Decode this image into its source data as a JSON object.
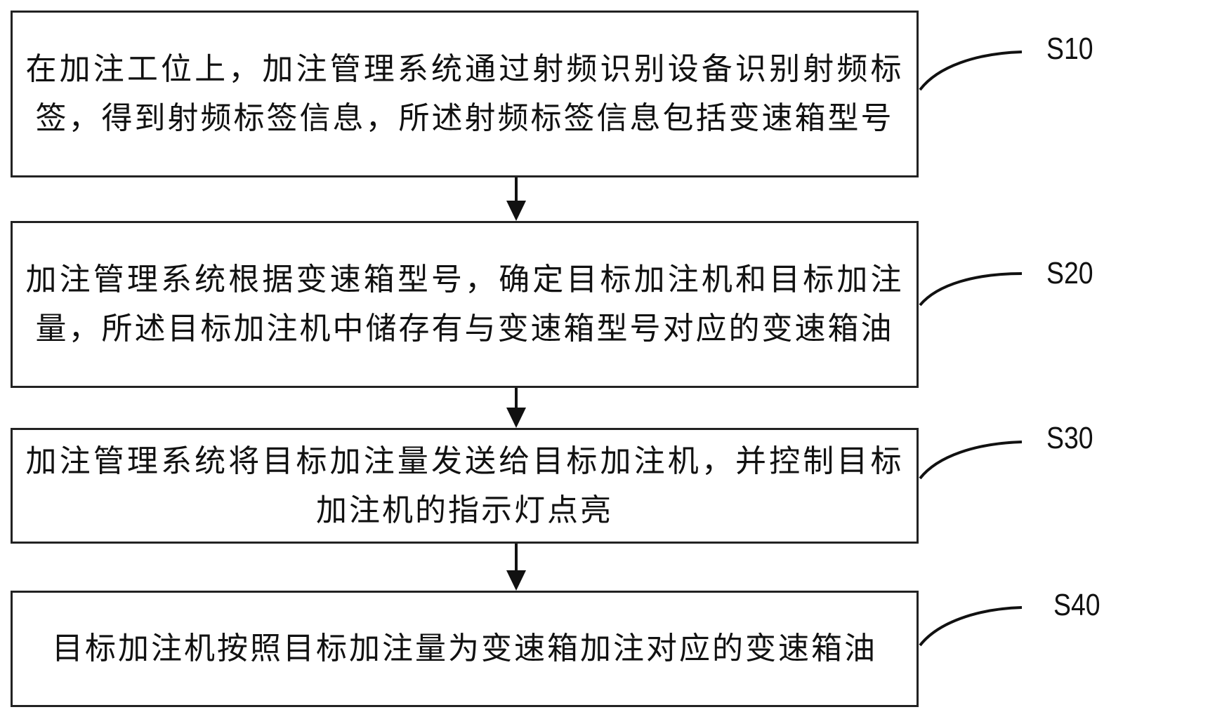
{
  "flowchart": {
    "steps": [
      {
        "label": "S10",
        "text": "在加注工位上，加注管理系统通过射频识别设备识别射频标签，得到射频标签信息，所述射频标签信息包括变速箱型号"
      },
      {
        "label": "S20",
        "text": "加注管理系统根据变速箱型号，确定目标加注机和目标加注量，所述目标加注机中储存有与变速箱型号对应的变速箱油"
      },
      {
        "label": "S30",
        "text": "加注管理系统将目标加注量发送给目标加注机，并控制目标加注机的指示灯点亮"
      },
      {
        "label": "S40",
        "text": "目标加注机按照目标加注量为变速箱加注对应的变速箱油"
      }
    ],
    "arrows": [
      {
        "from": "S10",
        "to": "S20"
      },
      {
        "from": "S20",
        "to": "S30"
      },
      {
        "from": "S30",
        "to": "S40"
      }
    ]
  }
}
